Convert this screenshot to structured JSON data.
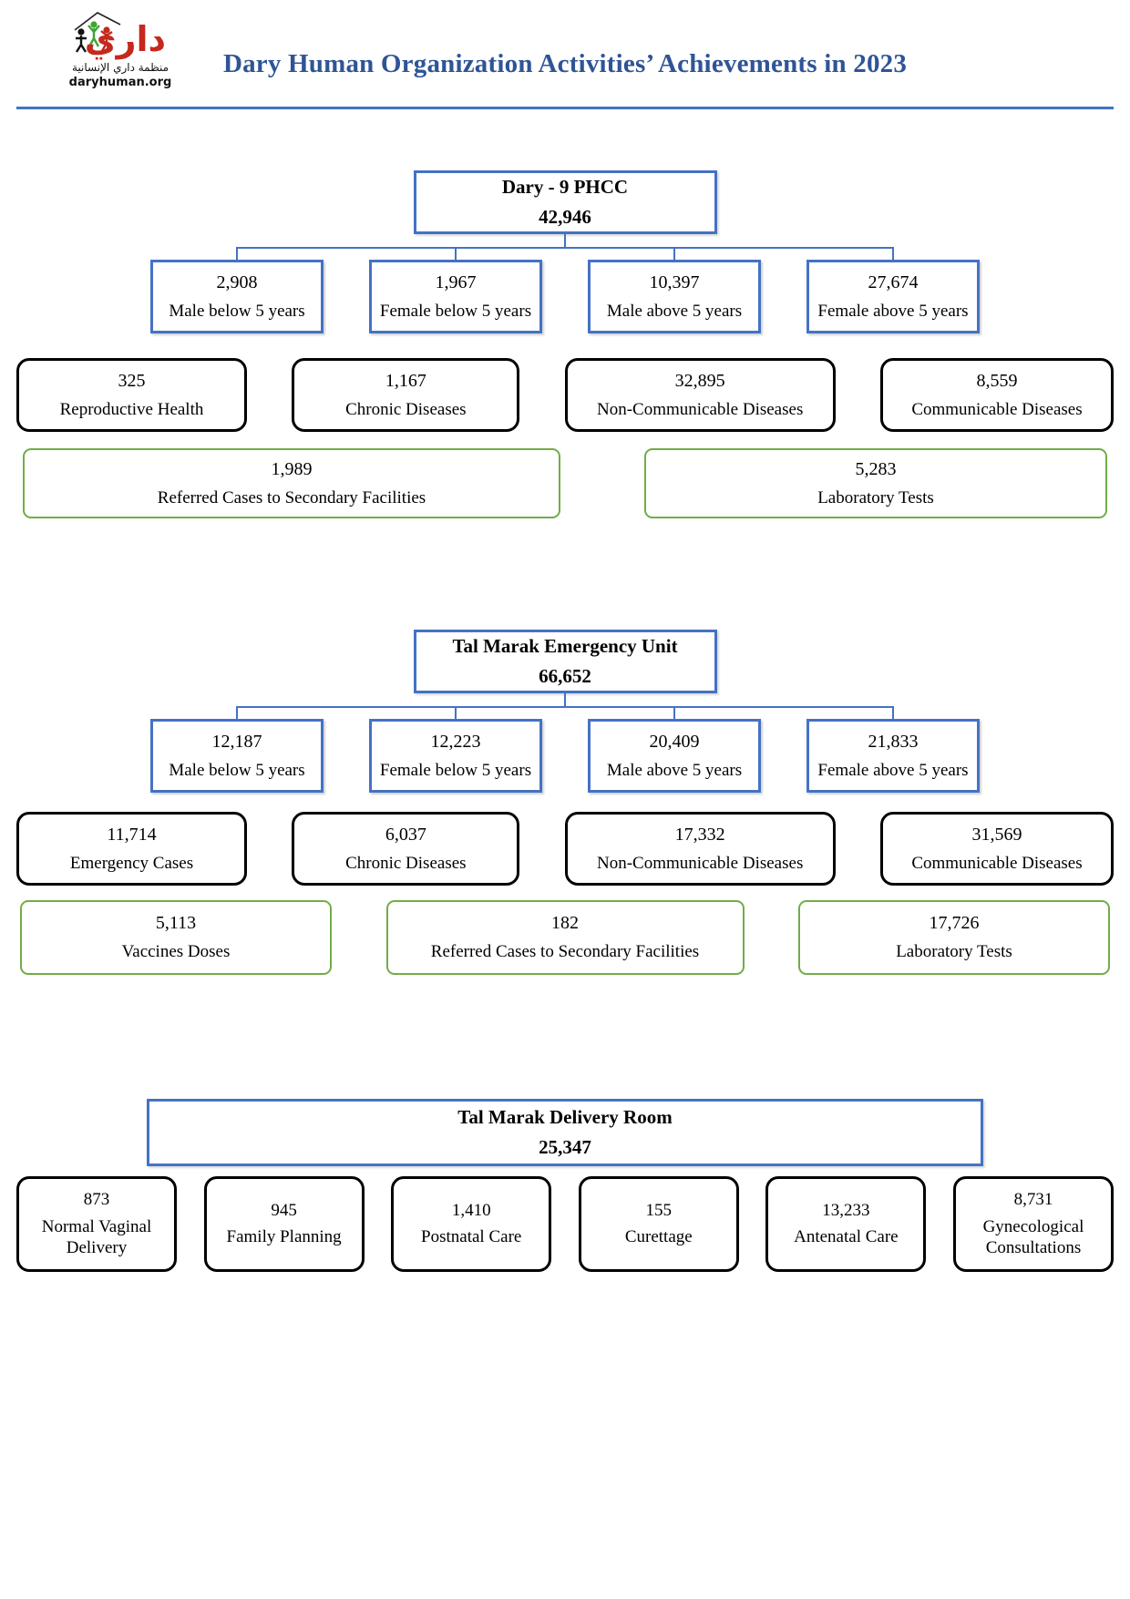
{
  "header": {
    "title": "Dary Human Organization Activities’ Achievements in 2023",
    "logo": {
      "brand": "داري",
      "arabic_name": "منظمة داري الإنسانية",
      "website": "daryhuman.org"
    }
  },
  "colors": {
    "accent_blue": "#4472C4",
    "title_blue": "#2F5496",
    "green": "#70AD47",
    "logo_red": "#C5281C"
  },
  "sections": [
    {
      "title": "Dary - 9 PHCC",
      "total": "42,946",
      "demographics": [
        {
          "value": "2,908",
          "label": "Male below 5 years"
        },
        {
          "value": "1,967",
          "label": "Female below 5 years"
        },
        {
          "value": "10,397",
          "label": "Male above 5 years"
        },
        {
          "value": "27,674",
          "label": "Female above 5 years"
        }
      ],
      "services": [
        {
          "value": "325",
          "label": "Reproductive Health"
        },
        {
          "value": "1,167",
          "label": "Chronic Diseases"
        },
        {
          "value": "32,895",
          "label": "Non-Communicable Diseases"
        },
        {
          "value": "8,559",
          "label": "Communicable Diseases"
        }
      ],
      "outcomes": [
        {
          "value": "1,989",
          "label": "Referred Cases to Secondary Facilities"
        },
        {
          "value": "5,283",
          "label": "Laboratory Tests"
        }
      ]
    },
    {
      "title": "Tal Marak Emergency Unit",
      "total": "66,652",
      "demographics": [
        {
          "value": "12,187",
          "label": "Male below 5 years"
        },
        {
          "value": "12,223",
          "label": "Female below 5 years"
        },
        {
          "value": "20,409",
          "label": "Male above 5 years"
        },
        {
          "value": "21,833",
          "label": "Female above 5 years"
        }
      ],
      "services": [
        {
          "value": "11,714",
          "label": "Emergency Cases"
        },
        {
          "value": "6,037",
          "label": "Chronic Diseases"
        },
        {
          "value": "17,332",
          "label": "Non-Communicable Diseases"
        },
        {
          "value": "31,569",
          "label": "Communicable Diseases"
        }
      ],
      "outcomes": [
        {
          "value": "5,113",
          "label": "Vaccines Doses"
        },
        {
          "value": "182",
          "label": "Referred Cases to Secondary Facilities"
        },
        {
          "value": "17,726",
          "label": "Laboratory Tests"
        }
      ]
    },
    {
      "title": "Tal Marak Delivery Room",
      "total": "25,347",
      "services": [
        {
          "value": "873",
          "label": "Normal Vaginal Delivery"
        },
        {
          "value": "945",
          "label": "Family Planning"
        },
        {
          "value": "1,410",
          "label": "Postnatal Care"
        },
        {
          "value": "155",
          "label": "Curettage"
        },
        {
          "value": "13,233",
          "label": "Antenatal Care"
        },
        {
          "value": "8,731",
          "label": "Gynecological Consultations"
        }
      ]
    }
  ]
}
